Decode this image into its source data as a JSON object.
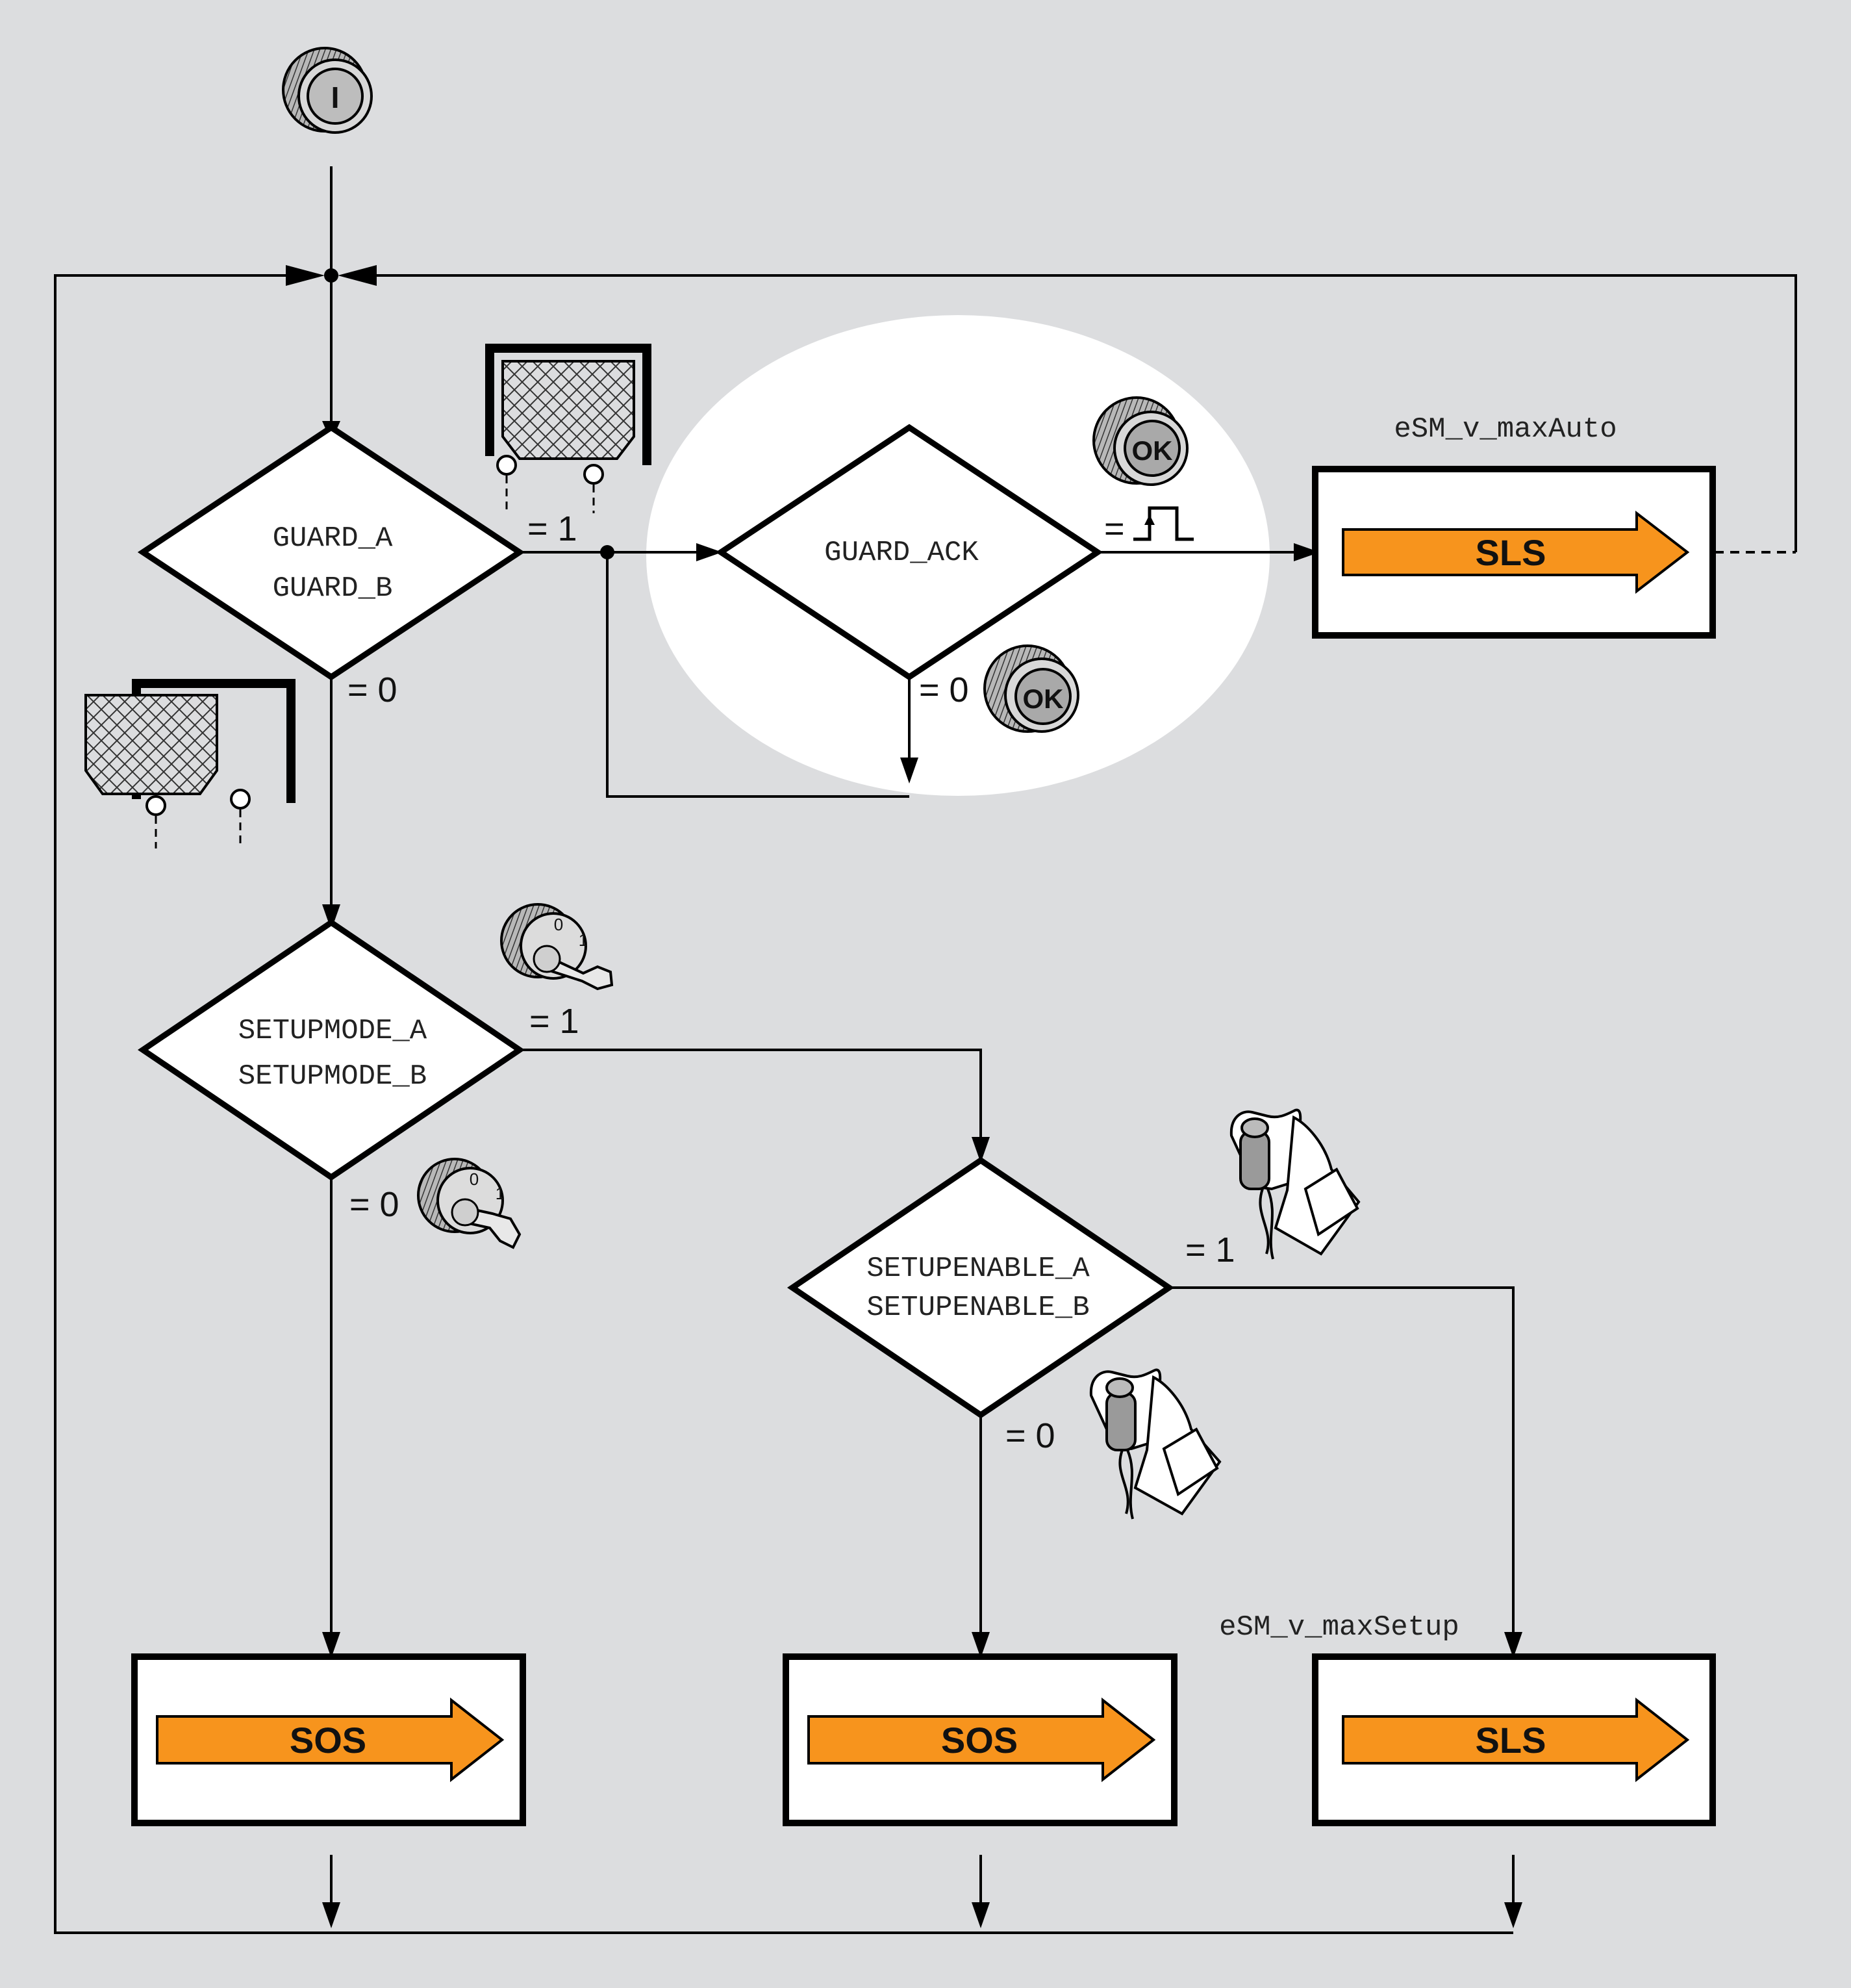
{
  "decisions": {
    "guard": {
      "line1": "GUARD_A",
      "line2": "GUARD_B"
    },
    "guard_ack": {
      "label": "GUARD_ACK"
    },
    "setupmode": {
      "line1": "SETUPMODE_A",
      "line2": "SETUPMODE_B"
    },
    "setupenable": {
      "line1": "SETUPENABLE_A",
      "line2": "SETUPENABLE_B"
    }
  },
  "branch_labels": {
    "guard_true": "= 1",
    "guard_false": "= 0",
    "ack_true": "=",
    "ack_false": "= 0",
    "setupmode_true": "= 1",
    "setupmode_false": "= 0",
    "setupenable_true": "= 1",
    "setupenable_false": "= 0"
  },
  "states": {
    "sls_auto": {
      "label": "SLS",
      "param": "eSM_v_maxAuto"
    },
    "sos_left": {
      "label": "SOS"
    },
    "sos_middle": {
      "label": "SOS"
    },
    "sls_setup": {
      "label": "SLS",
      "param": "eSM_v_maxSetup"
    }
  },
  "icons": {
    "start": {
      "name": "start-button-icon",
      "text": "I"
    },
    "ok_pressed": {
      "name": "ok-button-icon",
      "text": "OK"
    },
    "ok_released": {
      "name": "ok-button-icon",
      "text": "OK"
    },
    "key_on": {
      "name": "key-switch-icon",
      "pos0": "0",
      "pos1": "1"
    },
    "key_off": {
      "name": "key-switch-icon",
      "pos0": "0",
      "pos1": "1"
    }
  },
  "colors": {
    "background": "#dcdddf",
    "arrow_fill": "#f7941d",
    "line": "#000000",
    "highlight": "#ffffff"
  }
}
